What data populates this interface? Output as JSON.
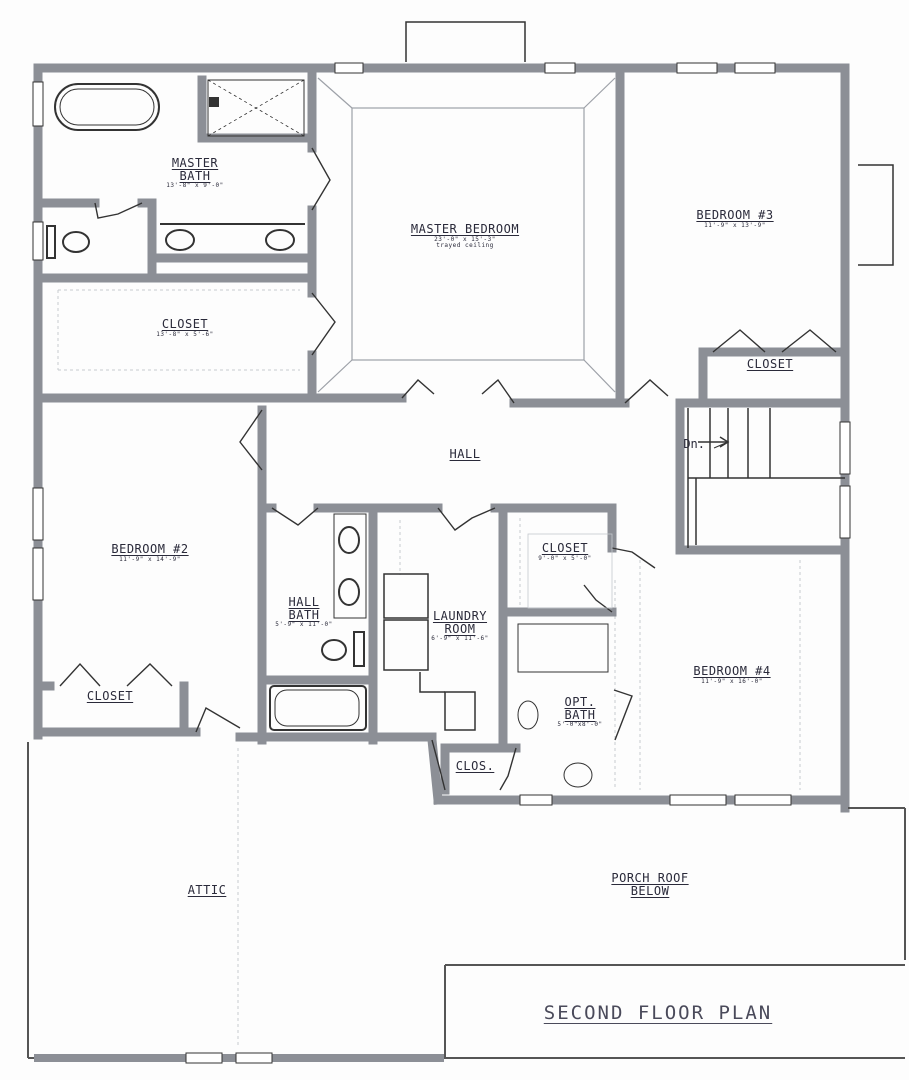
{
  "plan_title": "SECOND FLOOR PLAN",
  "stair_label": "Dn.",
  "rooms": {
    "master_bath": {
      "name": "MASTER BATH",
      "size": "13'-8\" x 9'-0\""
    },
    "master_closet": {
      "name": "CLOSET",
      "size": "13'-8\" x 5'-6\""
    },
    "master_bedroom": {
      "name": "MASTER BEDROOM",
      "size": "23'-0\" x 15'-3\"",
      "note": "trayed ceiling"
    },
    "bedroom3": {
      "name": "BEDROOM #3",
      "size": "11'-9\" x 13'-9\""
    },
    "bedroom3_closet": {
      "name": "CLOSET"
    },
    "hall": {
      "name": "HALL"
    },
    "bedroom2": {
      "name": "BEDROOM #2",
      "size": "11'-9\" x 14'-9\""
    },
    "bedroom2_closet": {
      "name": "CLOSET"
    },
    "hall_bath": {
      "name": "HALL BATH",
      "size": "5'-9\" x 11'-0\""
    },
    "laundry": {
      "name": "LAUNDRY ROOM",
      "size": "6'-9\" x 11'-6\""
    },
    "closet_mid": {
      "name": "CLOSET",
      "size": "9'-0\" x 5'-0\""
    },
    "opt_bath": {
      "name": "OPT. BATH",
      "size": "5'-0\"x8'-0\""
    },
    "bedroom4": {
      "name": "BEDROOM #4",
      "size": "11'-9\" x 16'-0\""
    },
    "clos": {
      "name": "CLOS."
    },
    "attic": {
      "name": "ATTIC"
    },
    "porch": {
      "name": "PORCH ROOF BELOW"
    }
  },
  "colors": {
    "wall": "#8c8f96",
    "ink": "#2a2a3a",
    "fixture": "#333333",
    "faint": "#c4c7cc"
  }
}
